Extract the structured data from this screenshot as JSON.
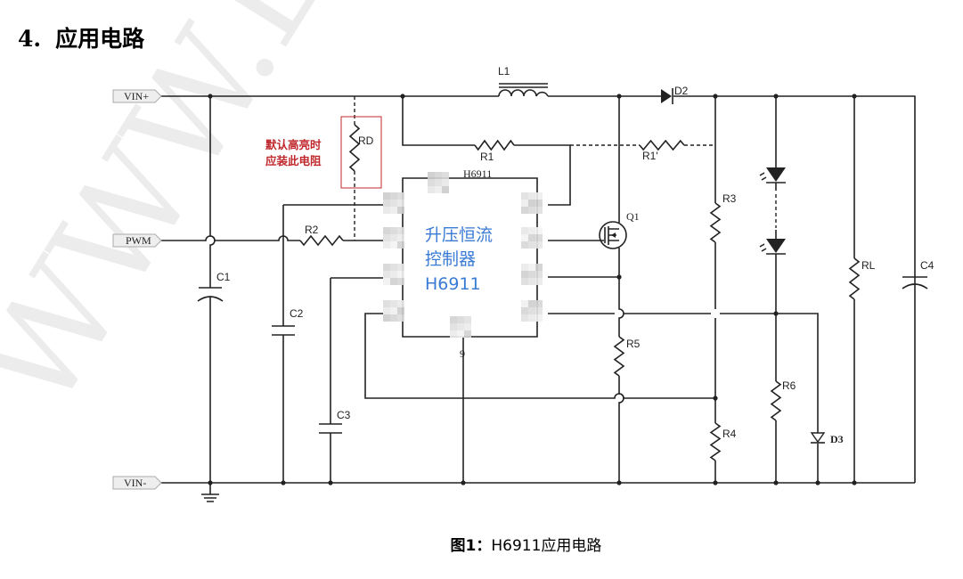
{
  "heading": {
    "number": "4.",
    "title": "应用电路"
  },
  "watermark": "WWW.LXC",
  "ports": {
    "vin_plus": "VIN+",
    "pwm": "PWM",
    "vin_minus": "VIN-"
  },
  "components": {
    "L1": "L1",
    "D2": "D2",
    "R1": "R1",
    "R1p": "R1'",
    "RD": "RD",
    "R2": "R2",
    "C1": "C1",
    "C2": "C2",
    "C3": "C3",
    "C4": "C4",
    "Q1": "Q1",
    "R3": "R3",
    "R4": "R4",
    "R5": "R5",
    "R6": "R6",
    "RL": "RL",
    "D3": "D3"
  },
  "chip": {
    "label": "H6911",
    "pin9": "9",
    "desc_line1": "升压恒流",
    "desc_line2": "控制器",
    "desc_line3": "H6911"
  },
  "note": {
    "line1": "默认高亮时",
    "line2": "应装此电阻"
  },
  "caption": {
    "prefix": "图1：",
    "text": "H6911应用电路"
  },
  "colors": {
    "note": "#c0282d",
    "chip_text": "#3a7bd5",
    "wire": "#222222"
  }
}
